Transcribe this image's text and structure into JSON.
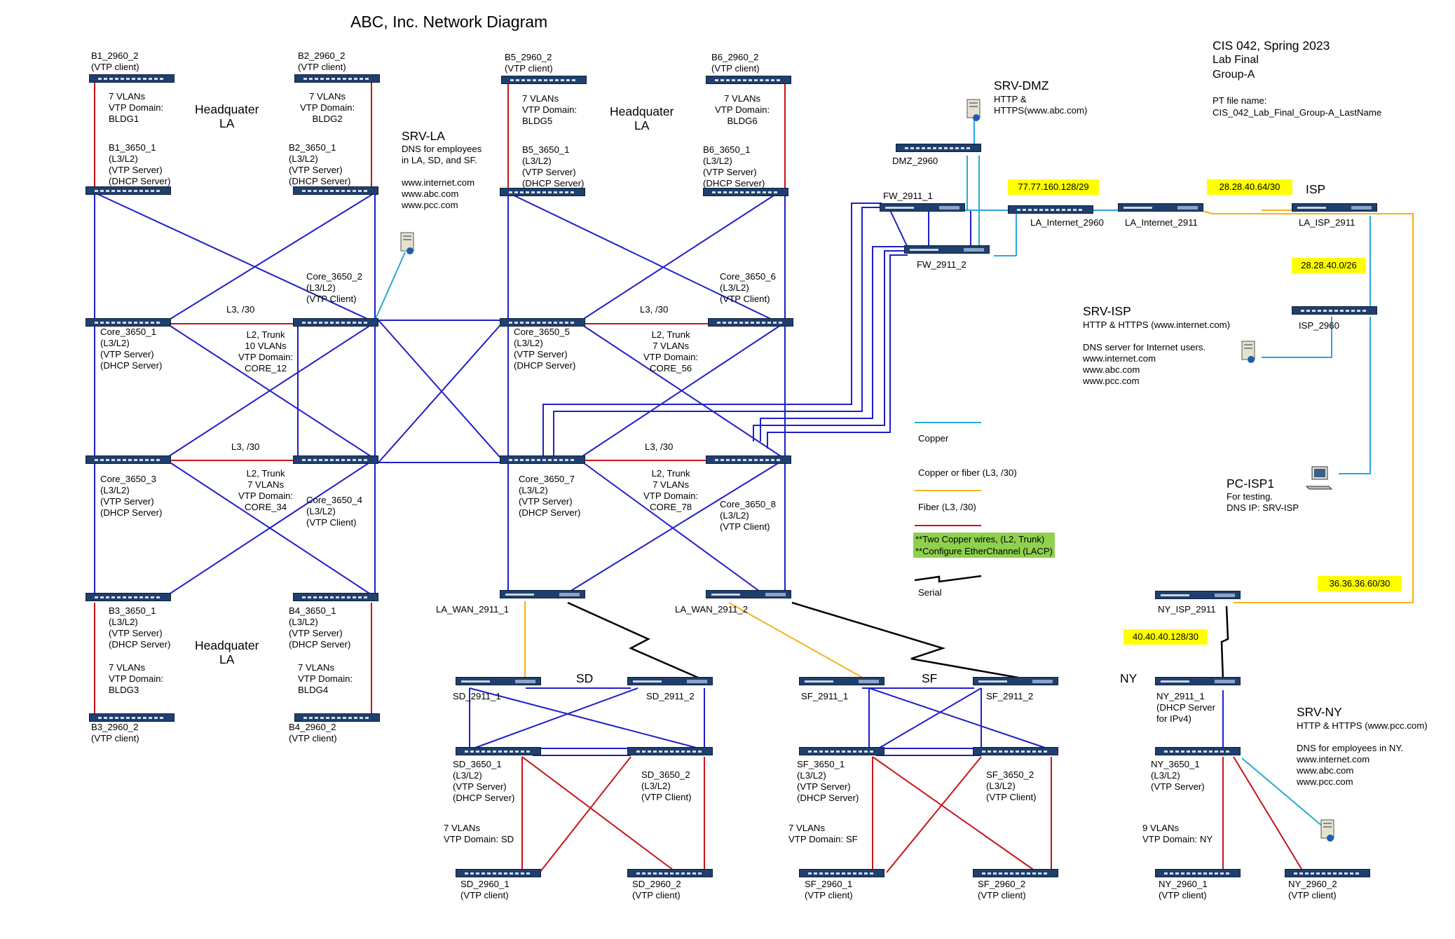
{
  "title": "ABC, Inc. Network Diagram",
  "course": [
    "CIS 042, Spring 2023",
    "Lab Final",
    "Group-A"
  ],
  "pt_file": [
    "PT file name:",
    "CIS_042_Lab_Final_Group-A_LastName"
  ],
  "regions": {
    "hq_la": "Headquater\nLA",
    "sd": "SD",
    "sf": "SF",
    "ny": "NY",
    "isp": "ISP"
  },
  "devices": {
    "b1_2960_2": "B1_2960_2\n(VTP client)",
    "b2_2960_2": "B2_2960_2\n(VTP client)",
    "b5_2960_2": "B5_2960_2\n(VTP client)",
    "b6_2960_2": "B6_2960_2\n(VTP client)",
    "b1_vlans": "7 VLANs\nVTP Domain:\nBLDG1",
    "b2_vlans": "7 VLANs\nVTP Domain:\nBLDG2",
    "b5_vlans": "7 VLANs\nVTP Domain:\nBLDG5",
    "b6_vlans": "7 VLANs\nVTP Domain:\nBLDG6",
    "b1_3650_1": "B1_3650_1\n(L3/L2)\n(VTP Server)\n(DHCP Server)",
    "b2_3650_1": "B2_3650_1\n(L3/L2)\n(VTP Server)\n(DHCP Server)",
    "b5_3650_1": "B5_3650_1\n(L3/L2)\n(VTP Server)\n(DHCP Server)",
    "b6_3650_1": "B6_3650_1\n(L3/L2)\n(VTP Server)\n(DHCP Server)",
    "core_3650_1": "Core_3650_1\n(L3/L2)\n(VTP Server)\n(DHCP Server)",
    "core_3650_2": "Core_3650_2\n(L3/L2)\n(VTP Client)",
    "core_3650_3": "Core_3650_3\n(L3/L2)\n(VTP Server)\n(DHCP Server)",
    "core_3650_4": "Core_3650_4\n(L3/L2)\n(VTP Client)",
    "core_3650_5": "Core_3650_5\n(L3/L2)\n(VTP Server)\n(DHCP Server)",
    "core_3650_6": "Core_3650_6\n(L3/L2)\n(VTP Client)",
    "core_3650_7": "Core_3650_7\n(L3/L2)\n(VTP Server)\n(DHCP Server)",
    "core_3650_8": "Core_3650_8\n(L3/L2)\n(VTP Client)",
    "core_12": "L2, Trunk\n10 VLANs\nVTP Domain:\nCORE_12",
    "core_34": "L2, Trunk\n7 VLANs\nVTP Domain:\nCORE_34",
    "core_56": "L2, Trunk\n7 VLANs\nVTP Domain:\nCORE_56",
    "core_78": "L2, Trunk\n7 VLANs\nVTP Domain:\nCORE_78",
    "l3_30": "L3, /30",
    "b3_3650_1": "B3_3650_1\n(L3/L2)\n(VTP Server)\n(DHCP Server)",
    "b4_3650_1": "B4_3650_1\n(L3/L2)\n(VTP Server)\n(DHCP Server)",
    "b3_vlans": "7 VLANs\nVTP Domain:\nBLDG3",
    "b4_vlans": "7 VLANs\nVTP Domain:\nBLDG4",
    "b3_2960_2": "B3_2960_2\n(VTP client)",
    "b4_2960_2": "B4_2960_2\n(VTP client)",
    "la_wan_1": "LA_WAN_2911_1",
    "la_wan_2": "LA_WAN_2911_2",
    "sd_2911_1": "SD_2911_1",
    "sd_2911_2": "SD_2911_2",
    "sd_3650_1": "SD_3650_1\n(L3/L2)\n(VTP Server)\n(DHCP Server)",
    "sd_3650_2": "SD_3650_2\n(L3/L2)\n(VTP Client)",
    "sd_vlans": "7 VLANs\nVTP Domain: SD",
    "sd_2960_1": "SD_2960_1\n(VTP client)",
    "sd_2960_2": "SD_2960_2\n(VTP client)",
    "sf_2911_1": "SF_2911_1",
    "sf_2911_2": "SF_2911_2",
    "sf_3650_1": "SF_3650_1\n(L3/L2)\n(VTP Server)\n(DHCP Server)",
    "sf_3650_2": "SF_3650_2\n(L3/L2)\n(VTP Client)",
    "sf_vlans": "7 VLANs\nVTP Domain: SF",
    "sf_2960_1": "SF_2960_1\n(VTP client)",
    "sf_2960_2": "SF_2960_2\n(VTP client)",
    "dmz_2960": "DMZ_2960",
    "fw_2911_1": "FW_2911_1",
    "fw_2911_2": "FW_2911_2",
    "la_internet_2960": "LA_Internet_2960",
    "la_internet_2911": "LA_Internet_2911",
    "la_isp_2911": "LA_ISP_2911",
    "isp_2960": "ISP_2960",
    "ny_isp_2911": "NY_ISP_2911",
    "ny_2911_1": "NY_2911_1\n(DHCP Server\nfor IPv4)",
    "ny_3650_1": "NY_3650_1\n(L3/L2)\n(VTP Server)",
    "ny_vlans": "9 VLANs\nVTP Domain: NY",
    "ny_2960_1": "NY_2960_1\n(VTP client)",
    "ny_2960_2": "NY_2960_2\n(VTP client)"
  },
  "servers": {
    "srv_la_title": "SRV-LA",
    "srv_la_desc": "DNS for employees\nin LA, SD, and SF.\n\nwww.internet.com\nwww.abc.com\nwww.pcc.com",
    "srv_dmz_title": "SRV-DMZ",
    "srv_dmz_desc": "HTTP &\nHTTPS(www.abc.com)",
    "srv_isp_title": "SRV-ISP",
    "srv_isp_desc": "HTTP & HTTPS (www.internet.com)\n\nDNS server for Internet users.\nwww.internet.com\nwww.abc.com\nwww.pcc.com",
    "pc_isp1_title": "PC-ISP1",
    "pc_isp1_desc": "For testing.\nDNS IP: SRV-ISP",
    "srv_ny_title": "SRV-NY",
    "srv_ny_desc": "HTTP & HTTPS (www.pcc.com)\n\nDNS for employees in NY.\nwww.internet.com\nwww.abc.com\nwww.pcc.com"
  },
  "subnets": {
    "la_internet": "77.77.160.128/29",
    "isp_link": "28.28.40.64/30",
    "isp_lan": "28.28.40.0/26",
    "ny_isp_link": "36.36.36.60/30",
    "ny_link": "40.40.40.128/30"
  },
  "legend": {
    "copper": "Copper",
    "copper_or_fiber": "Copper or fiber (L3, /30)",
    "fiber": "Fiber (L3, /30)",
    "note": "**Two Copper wires, (L2, Trunk)\n**Configure EtherChannel (LACP)",
    "serial": "Serial"
  },
  "colors": {
    "copper": "#29a8d8",
    "l3": "#f5b21b",
    "fiber": "#c8141b",
    "trunk": "#1f1fc8",
    "serial": "#000000",
    "highlight": "#ffff00",
    "note": "#8fd14f"
  }
}
